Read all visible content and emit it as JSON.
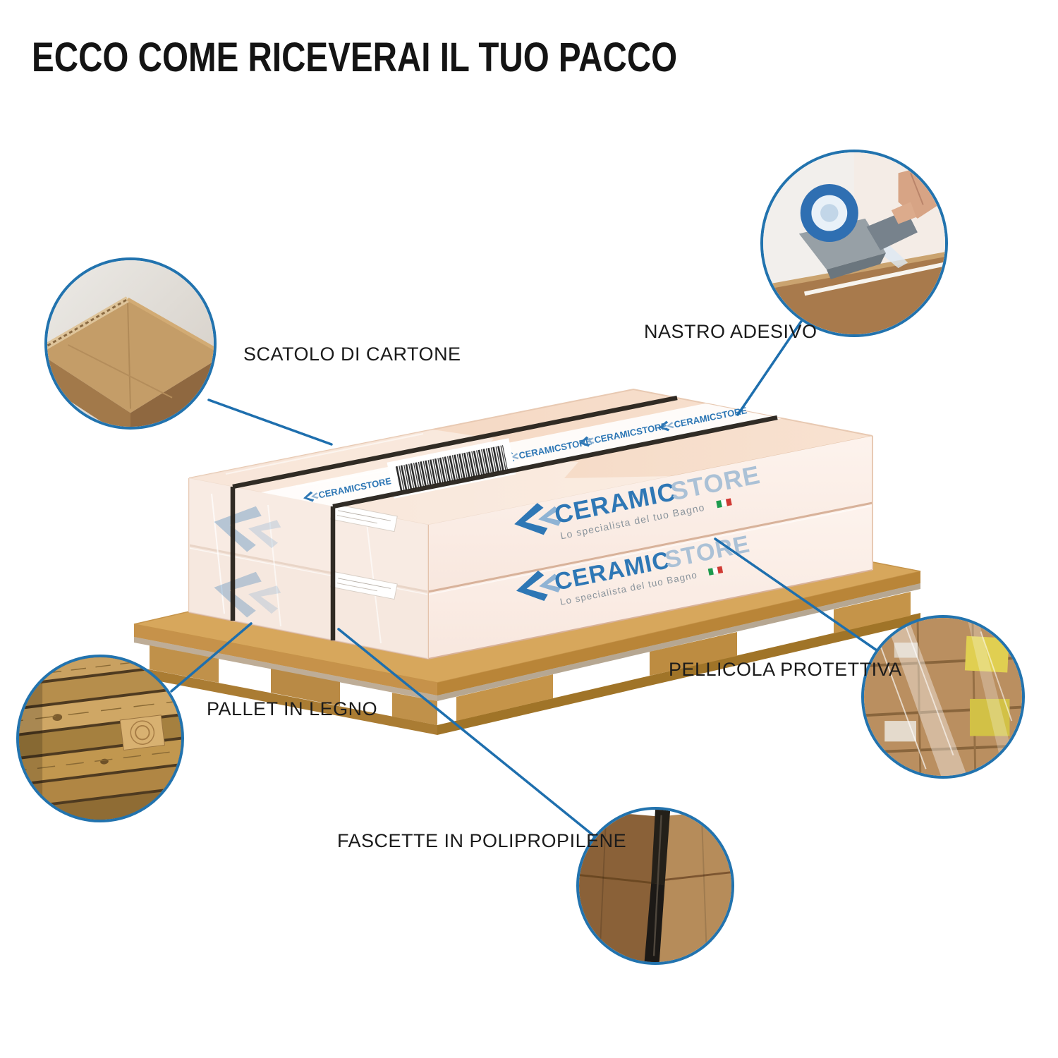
{
  "title": "ECCO COME RICEVERAI IL TUO PACCO",
  "callouts": {
    "cardboard": {
      "label": "SCATOLO DI CARTONE",
      "photo": "cardboard-box-corner"
    },
    "tape": {
      "label": "NASTRO ADESIVO",
      "photo": "tape-dispenser-on-box"
    },
    "film": {
      "label": "PELLICOLA PROTETTIVA",
      "photo": "shrink-wrapped-boxes"
    },
    "pallet": {
      "label": "PALLET IN LEGNO",
      "photo": "wooden-pallet"
    },
    "straps": {
      "label": "FASCETTE IN POLIPROPILENE",
      "photo": "strapped-box-corner"
    }
  },
  "brand": {
    "name_primary": "CERAMIC",
    "name_secondary": "STORE",
    "tagline": "Lo specialista del tuo Bagno",
    "tape_logo": "CERAMICSTORE"
  },
  "colors": {
    "accent_blue": "#1e6fae",
    "brand_blue": "#2e77b5",
    "brand_light_blue": "#abc1d6",
    "cardboard_tan": "#c6a06c",
    "pallet_wood": "#d7a75c",
    "box_peach": "#f5d9c4",
    "strap_black": "#26211b",
    "flag_green": "#1e9b4e",
    "flag_red": "#d03a33"
  }
}
